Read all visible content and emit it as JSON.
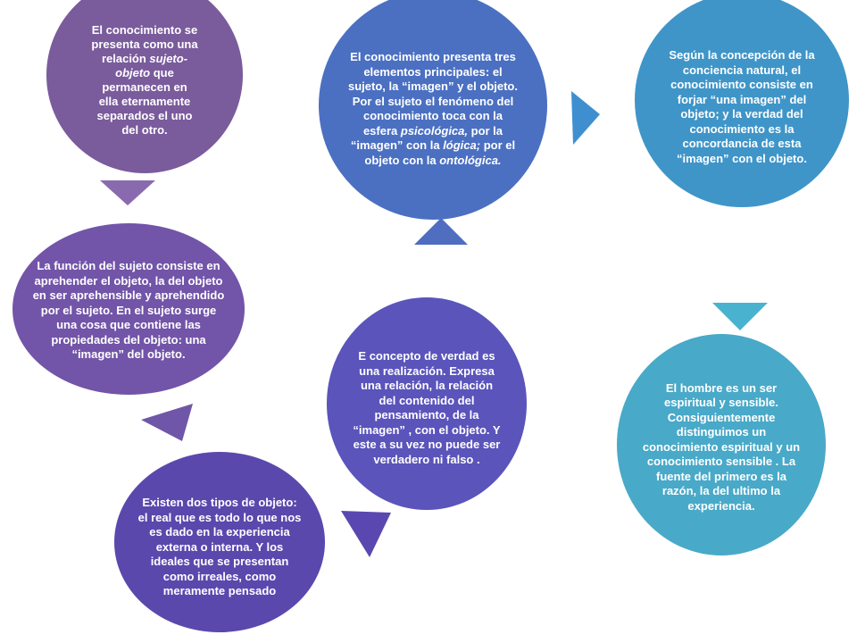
{
  "nodes": {
    "n1": {
      "before": "El conocimiento se presenta como una relación ",
      "em1": "sujeto- objeto",
      "after": " que permanecen en ella eternamente separados el uno del otro."
    },
    "n2": {
      "part1": "El conocimiento presenta tres elementos principales: el sujeto, la “imagen” y el objeto.  Por el sujeto el fenómeno del conocimiento toca con la esfera ",
      "em1": "psicológica,",
      "part2": " por la “imagen” con la ",
      "em2": "lógica;",
      "part3": " por el objeto con la ",
      "em3": "ontológica."
    },
    "n3": {
      "text": "Según la concepción de la conciencia natural, el conocimiento consiste en forjar “una imagen” del objeto; y la verdad del conocimiento es la concordancia de esta “imagen” con el objeto."
    },
    "n4": {
      "text": "La función del sujeto consiste en aprehender el objeto, la del objeto en ser aprehensible y aprehendido por el sujeto.  En el sujeto surge una cosa que contiene las propiedades del objeto: una “imagen” del objeto."
    },
    "n5": {
      "text": "E concepto de verdad es una realización. Expresa una relación, la relación del contenido del pensamiento, de la “imagen” , con el objeto.  Y este a su vez no puede ser verdadero ni falso ."
    },
    "n6": {
      "text": "Existen dos tipos de objeto: el real que es todo lo que nos es dado en la experiencia externa o interna. Y los ideales que se presentan como irreales, como meramente pensado"
    },
    "n7": {
      "text": "El hombre es un ser espiritual y sensible. Consiguientemente distinguimos un conocimiento espiritual y un conocimiento sensible . La fuente del primero es la razón, la del ultimo la experiencia."
    }
  },
  "colors": {
    "purple_light": "#7a5b9c",
    "blue": "#4b70c2",
    "cyan": "#3f95c8",
    "violet": "#7254a8",
    "indigo": "#5a54bb",
    "indigo_dark": "#5a48ad",
    "teal": "#49a9c8"
  }
}
